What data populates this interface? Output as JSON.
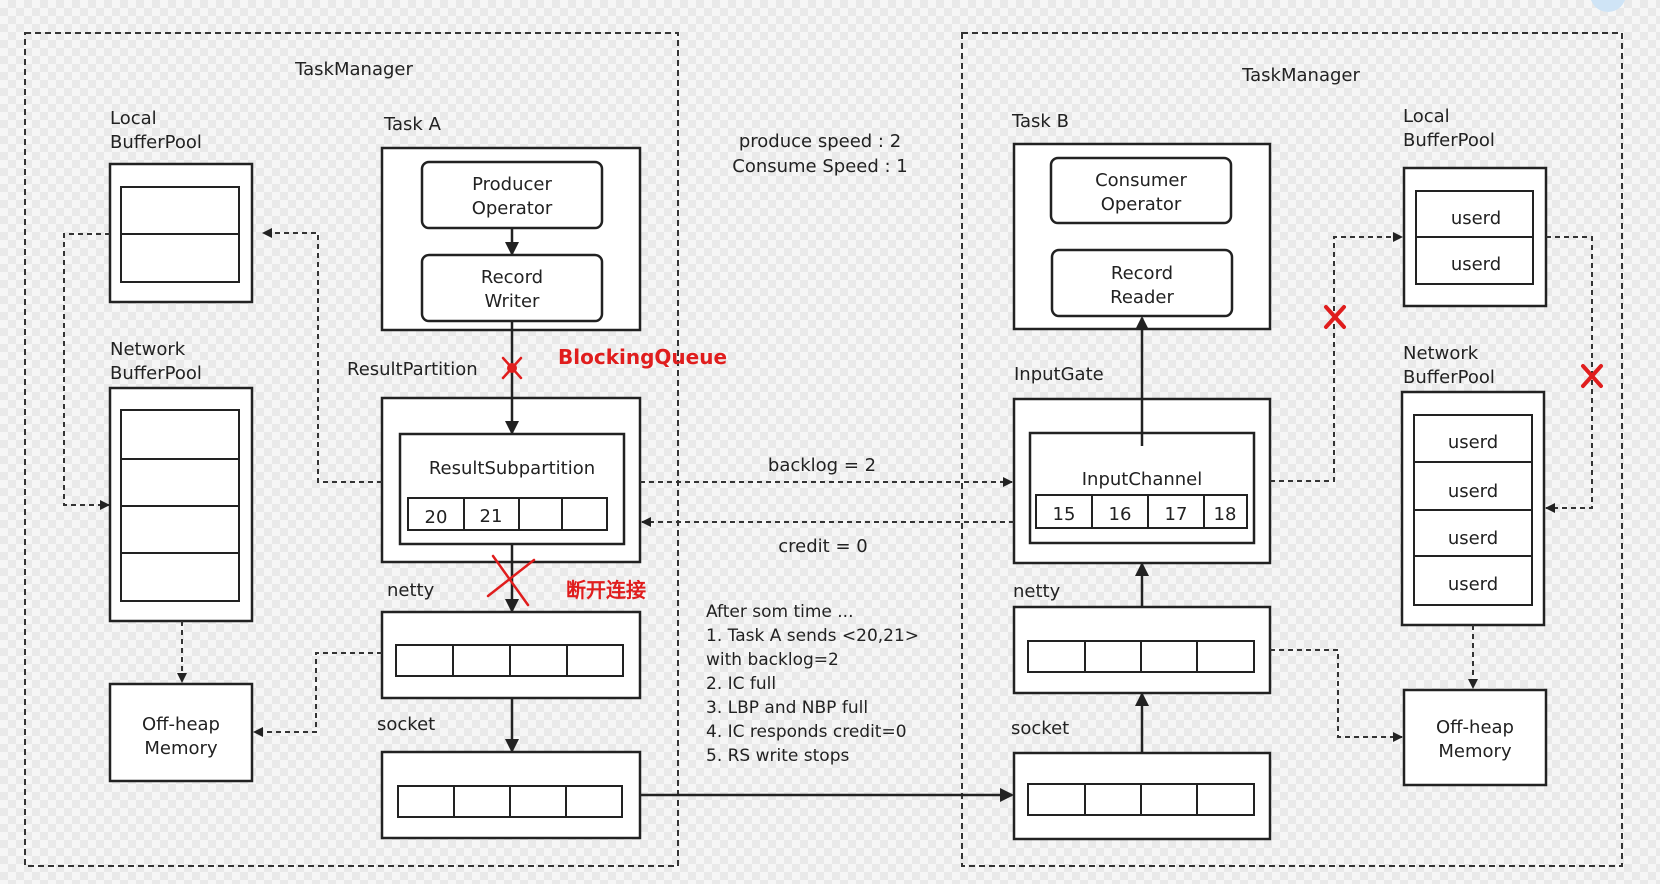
{
  "left": {
    "title": "TaskManager",
    "task_label": "Task A",
    "producer_operator": [
      "Producer",
      "Operator"
    ],
    "record_writer": [
      "Record",
      "Writer"
    ],
    "local_bufferpool": [
      "Local",
      "BufferPool"
    ],
    "network_bufferpool": [
      "Network",
      "BufferPool"
    ],
    "offheap": [
      "Off-heap",
      "Memory"
    ],
    "result_partition": "ResultPartition",
    "result_subpartition": "ResultSubpartition",
    "subpartition_cells": [
      "20",
      "21",
      "",
      ""
    ],
    "netty": "netty",
    "socket": "socket"
  },
  "right": {
    "title": "TaskManager",
    "task_label": "Task B",
    "consumer_operator": [
      "Consumer",
      "Operator"
    ],
    "record_reader": [
      "Record",
      "Reader"
    ],
    "local_bufferpool": [
      "Local",
      "BufferPool"
    ],
    "local_cells": [
      "userd",
      "userd"
    ],
    "network_bufferpool": [
      "Network",
      "BufferPool"
    ],
    "network_cells": [
      "userd",
      "userd",
      "userd",
      "userd"
    ],
    "offheap": [
      "Off-heap",
      "Memory"
    ],
    "input_gate": "InputGate",
    "input_channel": "InputChannel",
    "channel_cells": [
      "15",
      "16",
      "17",
      "18"
    ],
    "netty": "netty",
    "socket": "socket"
  },
  "middle": {
    "speed": [
      "produce speed : 2",
      "Consume Speed : 1"
    ],
    "backlog": "backlog = 2",
    "credit": "credit = 0",
    "notes": [
      "After som time ...",
      "1. Task A sends <20,21>",
      "with backlog=2",
      "2. IC full",
      "3. LBP and NBP full",
      "4. IC responds credit=0",
      "5. RS write stops"
    ]
  },
  "annotations": {
    "blocking_queue": "BlockingQueue",
    "disconnect": "断开连接"
  }
}
